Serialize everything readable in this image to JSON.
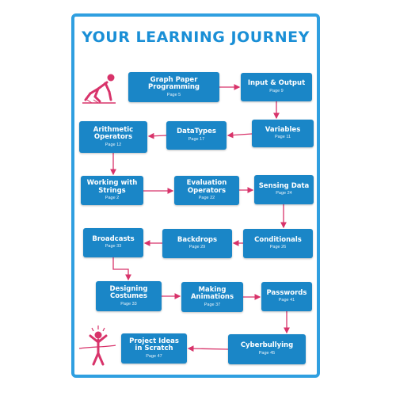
{
  "title": "YOUR LEARNING JOURNEY",
  "colors": {
    "frame": "#2f9fe0",
    "box": "#1a86c7",
    "arrow": "#d8336a",
    "title": "#1a8fd6"
  },
  "steps": [
    {
      "title": "Graph Paper Programming",
      "page": "Page 5"
    },
    {
      "title": "Input & Output",
      "page": "Page 9"
    },
    {
      "title": "Variables",
      "page": "Page 11"
    },
    {
      "title": "DataTypes",
      "page": "Page 17"
    },
    {
      "title": "Arithmetic\nOperators",
      "page": "Page 12"
    },
    {
      "title": "Working with\nStrings",
      "page": "Page 2"
    },
    {
      "title": "Evaluation\nOperators",
      "page": "Page 22"
    },
    {
      "title": "Sensing Data",
      "page": "Page 24"
    },
    {
      "title": "Conditionals",
      "page": "Page 26"
    },
    {
      "title": "Backdrops",
      "page": "Page 29"
    },
    {
      "title": "Broadcasts",
      "page": "Page 33"
    },
    {
      "title": "Designing\nCostumes",
      "page": "Page 33"
    },
    {
      "title": "Making\nAnimations",
      "page": "Page 37"
    },
    {
      "title": "Passwords",
      "page": "Page 41"
    },
    {
      "title": "Cyberbullying",
      "page": "Page 45"
    },
    {
      "title": "Project Ideas\nin Scratch",
      "page": "Page 47"
    }
  ],
  "icons": {
    "start": "runner-start-icon",
    "finish": "finish-line-icon"
  }
}
